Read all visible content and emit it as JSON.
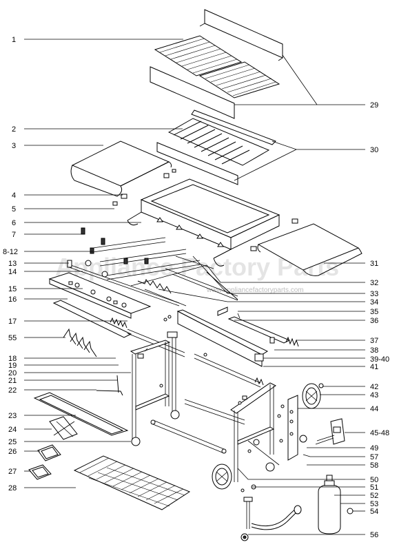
{
  "watermark": {
    "brand": "Appliance Factory Parts",
    "url": "www.appliancefactoryparts.com"
  },
  "left_labels": [
    "1",
    "2",
    "3",
    "4",
    "5",
    "6",
    "7",
    "8-12",
    "13",
    "14",
    "15",
    "16",
    "17",
    "55",
    "18",
    "19",
    "20",
    "21",
    "22",
    "23",
    "24",
    "25",
    "26",
    "27",
    "28"
  ],
  "right_labels": [
    "29",
    "30",
    "31",
    "32",
    "33",
    "34",
    "35",
    "36",
    "37",
    "38",
    "39-40",
    "41",
    "42",
    "43",
    "44",
    "45-48",
    "49",
    "57",
    "58",
    "50",
    "51",
    "52",
    "53",
    "54",
    "56"
  ]
}
